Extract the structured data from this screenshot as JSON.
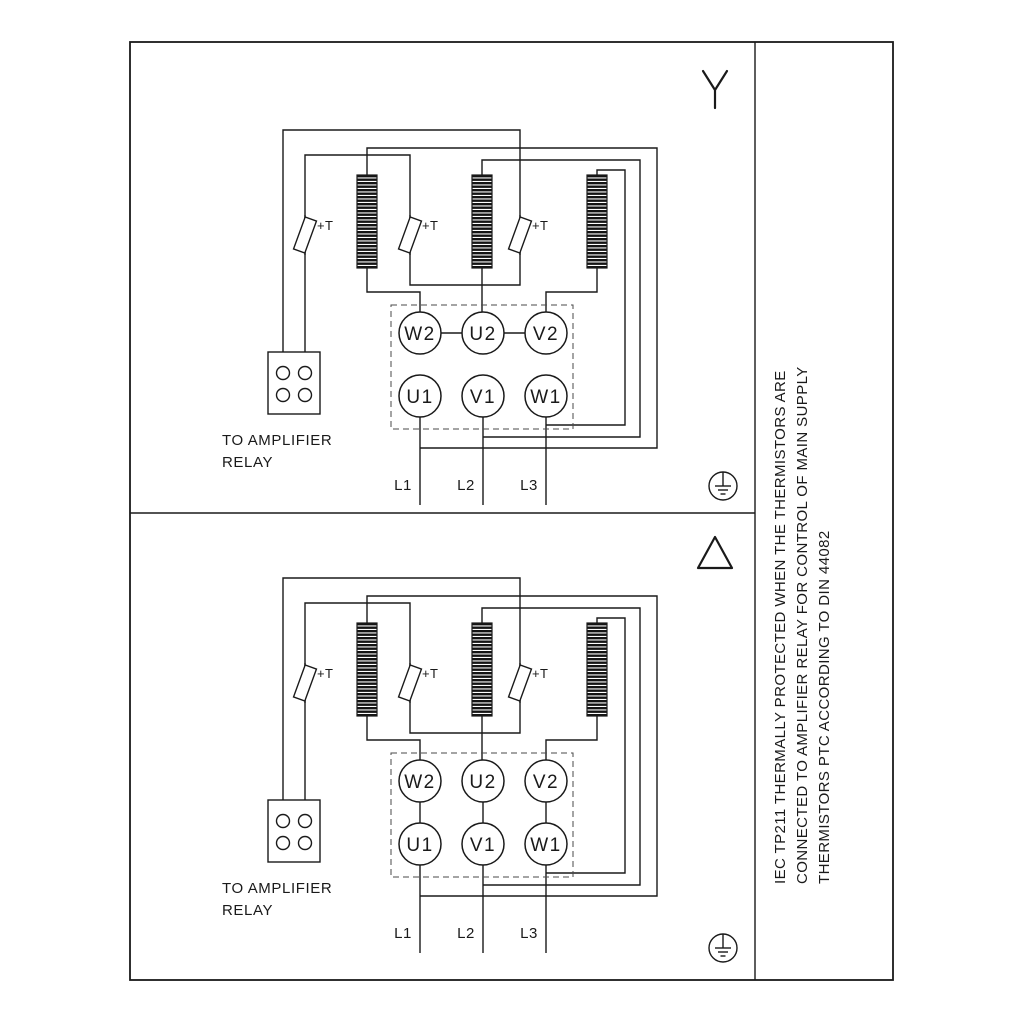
{
  "right_strip": {
    "line1": "IEC TP211 THERMALLY PROTECTED WHEN THE THERMISTORS ARE",
    "line2": "CONNECTED TO AMPLIFIER RELAY FOR CONTROL OF MAIN SUPPLY",
    "line3": "THERMISTORS PTC ACCORDING TO DIN 44082"
  },
  "star_panel": {
    "connection_symbol": "star",
    "terminals_top": [
      "W2",
      "U2",
      "V2"
    ],
    "terminals_bottom": [
      "U1",
      "V1",
      "W1"
    ],
    "thermistor_labels": [
      "+T",
      "+T",
      "+T"
    ],
    "amplifier_caption": [
      "TO AMPLIFIER",
      "RELAY"
    ],
    "supply_labels": [
      "L1",
      "L2",
      "L3"
    ]
  },
  "delta_panel": {
    "connection_symbol": "delta",
    "terminals_top": [
      "W2",
      "U2",
      "V2"
    ],
    "terminals_bottom": [
      "U1",
      "V1",
      "W1"
    ],
    "thermistor_labels": [
      "+T",
      "+T",
      "+T"
    ],
    "amplifier_caption": [
      "TO AMPLIFIER",
      "RELAY"
    ],
    "supply_labels": [
      "L1",
      "L2",
      "L3"
    ]
  },
  "colors": {
    "line": "#1a1a1a",
    "background": "#ffffff"
  }
}
